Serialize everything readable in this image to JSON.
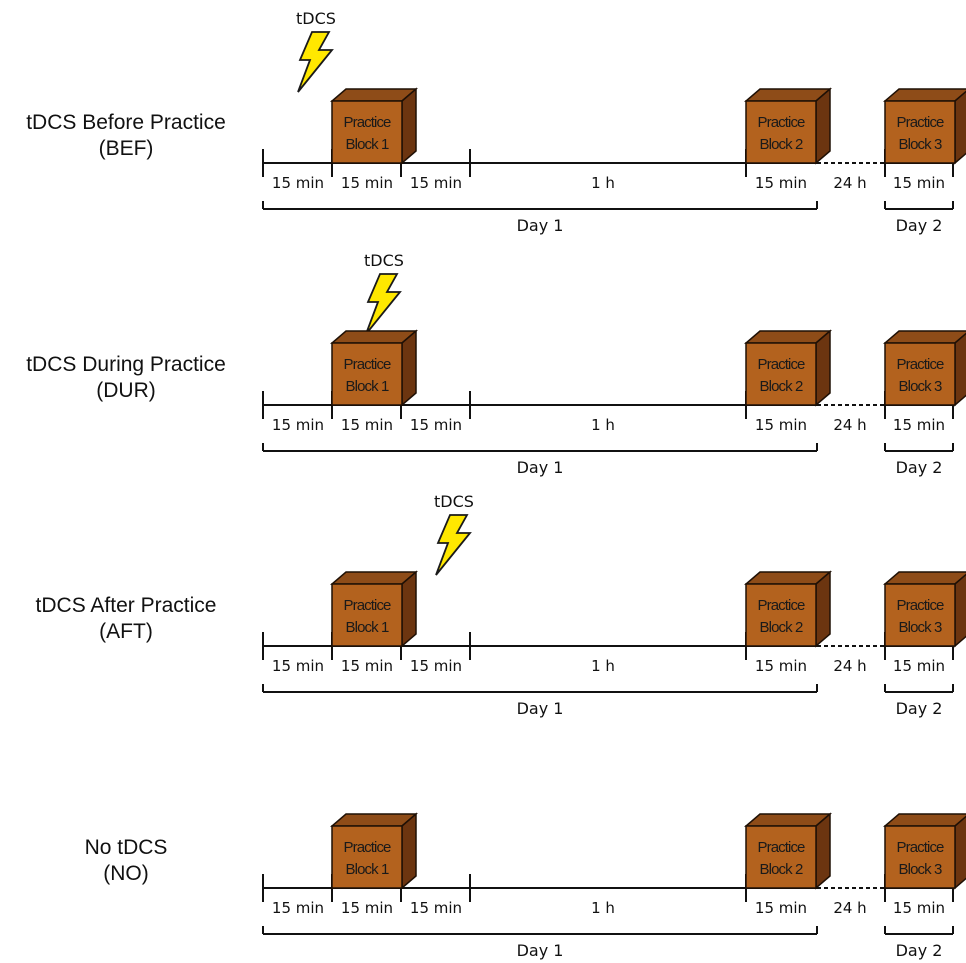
{
  "colors": {
    "box_front": "#b3621e",
    "box_top": "#8e4c18",
    "box_side": "#6c3510",
    "box_stroke": "#1f1005",
    "bolt_fill": "#ffe800",
    "bolt_stroke": "#1a1a1a",
    "line": "#111111"
  },
  "icons": {
    "stimulation": "lightning-bolt-icon",
    "block": "practice-block-cube-icon"
  },
  "stimulation_label": "tDCS",
  "block_word": "Practice",
  "blocks": [
    "Block 1",
    "Block 2",
    "Block 3"
  ],
  "segments": [
    "15 min",
    "15 min",
    "15 min",
    "1 h",
    "15 min"
  ],
  "gap_label": "24 h",
  "day2_segment": "15 min",
  "days": [
    "Day 1",
    "Day 2"
  ],
  "conditions": [
    {
      "name": "tDCS Before Practice",
      "abbr": "(BEF)",
      "stimulation_period": "15 min before Block 1"
    },
    {
      "name": "tDCS During Practice",
      "abbr": "(DUR)",
      "stimulation_period": "during Block 1"
    },
    {
      "name": "tDCS After Practice",
      "abbr": "(AFT)",
      "stimulation_period": "15 min after Block 1"
    },
    {
      "name": "No tDCS",
      "abbr": "(NO)",
      "stimulation_period": "none"
    }
  ]
}
